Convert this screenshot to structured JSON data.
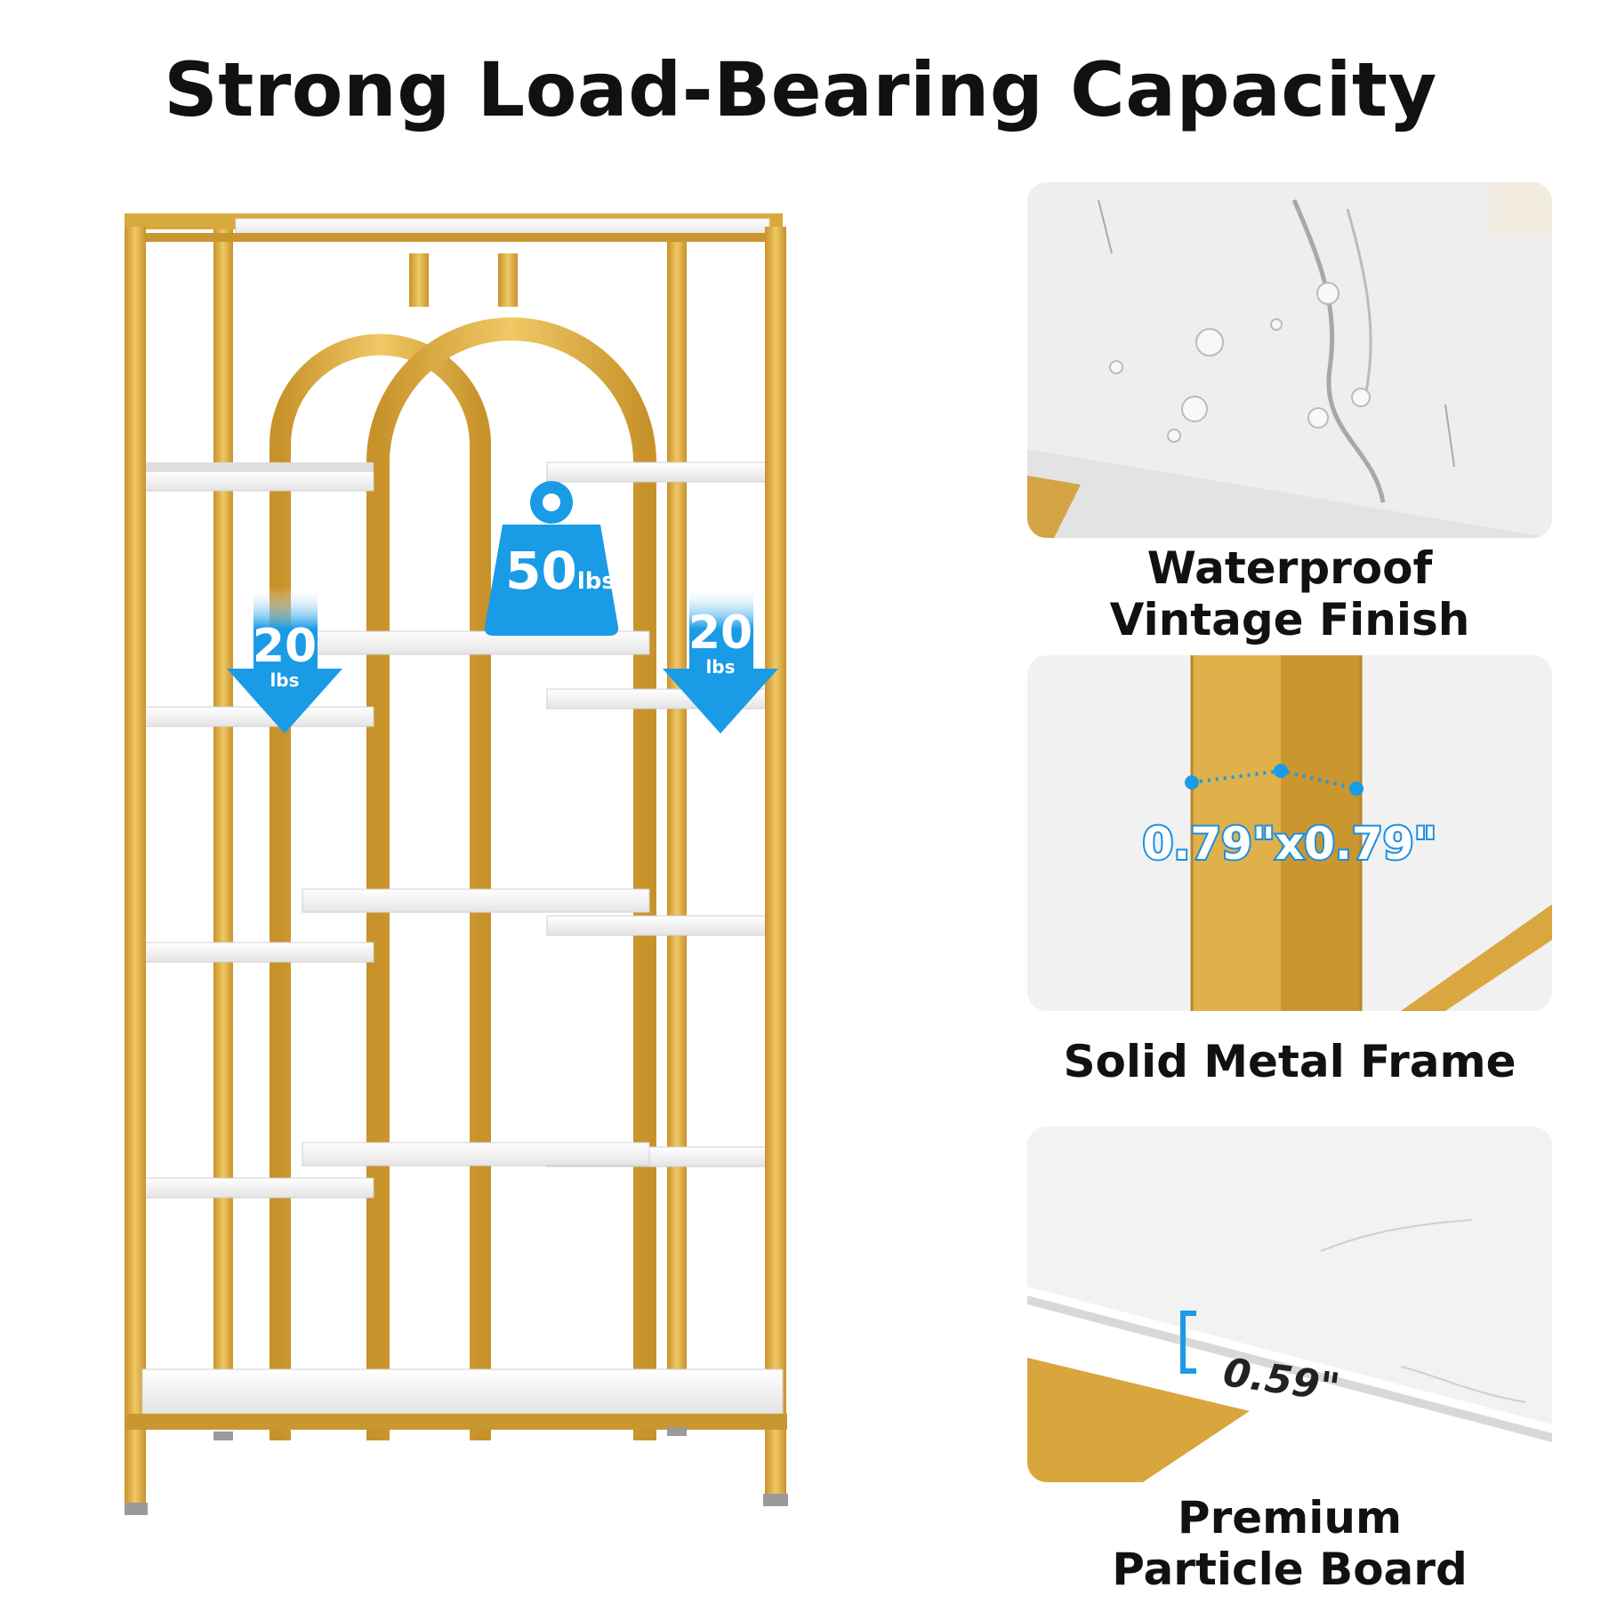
{
  "title": "Strong Load-Bearing Capacity",
  "colors": {
    "gold": "#d9a93c",
    "accent_blue": "#1a9be6",
    "shelf_white": "#f7f7f7"
  },
  "load_badges": {
    "center": {
      "value": "50",
      "unit": "lbs"
    },
    "left": {
      "value": "20",
      "unit": "lbs"
    },
    "right": {
      "value": "20",
      "unit": "lbs"
    }
  },
  "features": [
    {
      "caption_line1": "Waterproof",
      "caption_line2": "Vintage Finish"
    },
    {
      "caption_line1": "Solid Metal Frame",
      "dimension": "0.79\"x0.79\""
    },
    {
      "caption_line1": "Premium",
      "caption_line2": "Particle Board",
      "dimension": "0.59\""
    }
  ]
}
